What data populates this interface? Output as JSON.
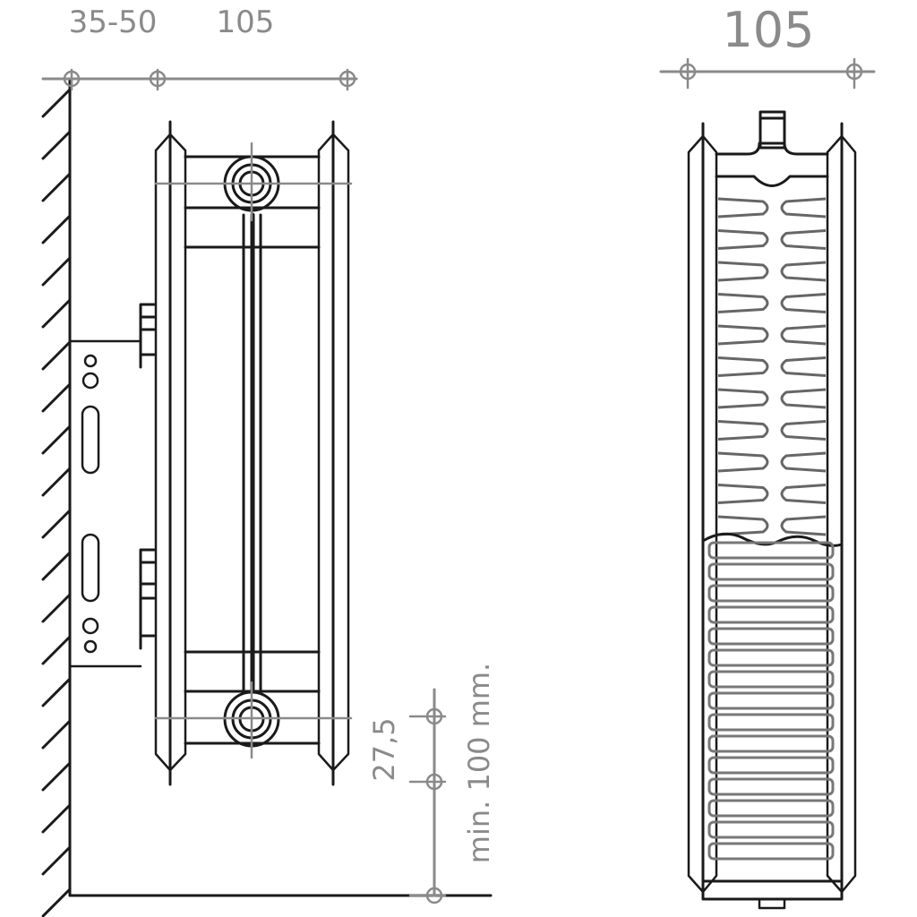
{
  "side_view": {
    "dim_offset_label": "35-50",
    "dim_depth_label": "105",
    "dim_axis_label": "27,5",
    "dim_floor_label": "min. 100 mm."
  },
  "section_view": {
    "dim_depth_label": "105"
  },
  "colors": {
    "ink": "#1a1a1a",
    "dimension": "#8a8a8a",
    "background": "#ffffff"
  }
}
